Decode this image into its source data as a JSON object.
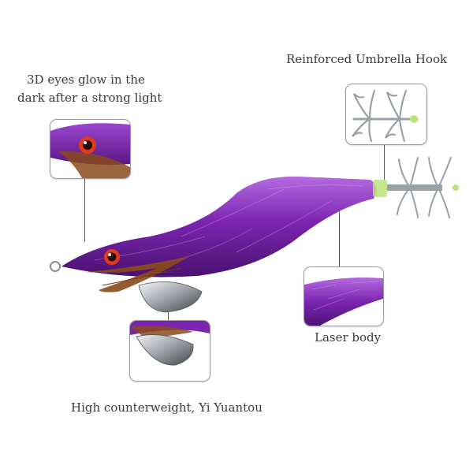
{
  "labels": {
    "eyes_line1": "3D eyes glow in the",
    "eyes_line2": "dark after a strong light",
    "hook": "Reinforced Umbrella Hook",
    "laser": "Laser body",
    "counterweight": "High counterweight, Yi Yuantou"
  },
  "colors": {
    "body": "#7b25b0",
    "body_dark": "#4e1276",
    "body_light": "#b46ae0",
    "feather": "#8a4a1c",
    "eye": "#e03a1a",
    "metal": "#b9bcc2"
  },
  "icons": {
    "lure": "squid-jig-lure",
    "hook": "umbrella-hook-icon",
    "eye": "eye-closeup",
    "weight": "sinker-closeup"
  }
}
